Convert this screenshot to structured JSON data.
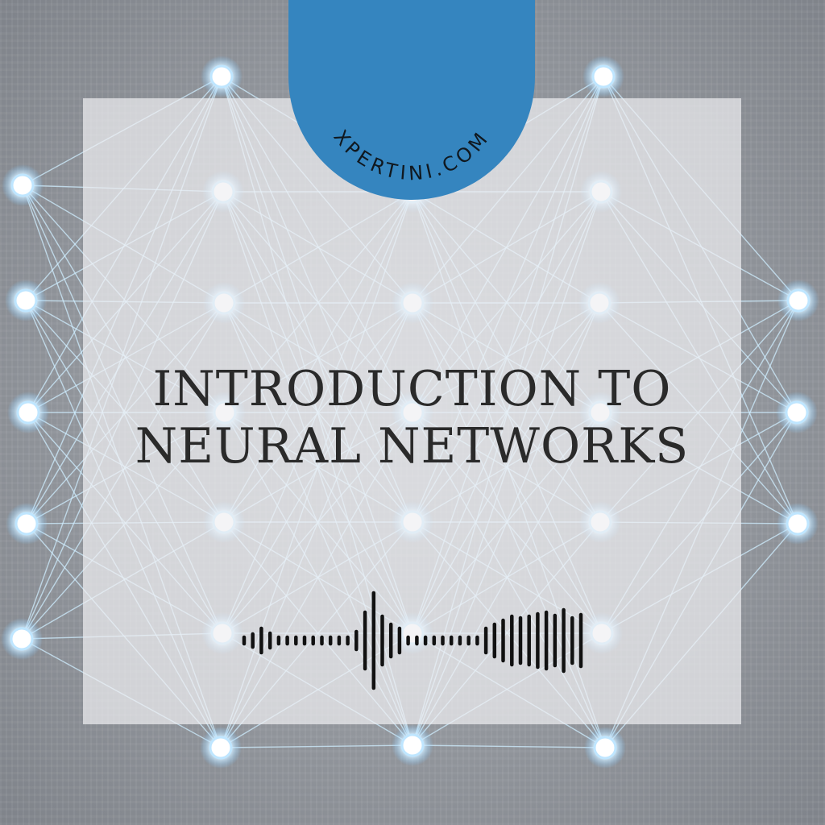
{
  "badge": {
    "text": "XPERTINI.COM"
  },
  "title": {
    "line1": "INTRODUCTION TO",
    "line2": "NEURAL NETWORKS"
  },
  "colors": {
    "badge": "#3585bf",
    "node_glow": "#bfe6ff",
    "edge": "#cfeeff",
    "title_text": "#2a2a2a",
    "waveform": "#111111"
  },
  "icons": [
    "neural-network-graphic",
    "sound-waveform-icon"
  ]
}
